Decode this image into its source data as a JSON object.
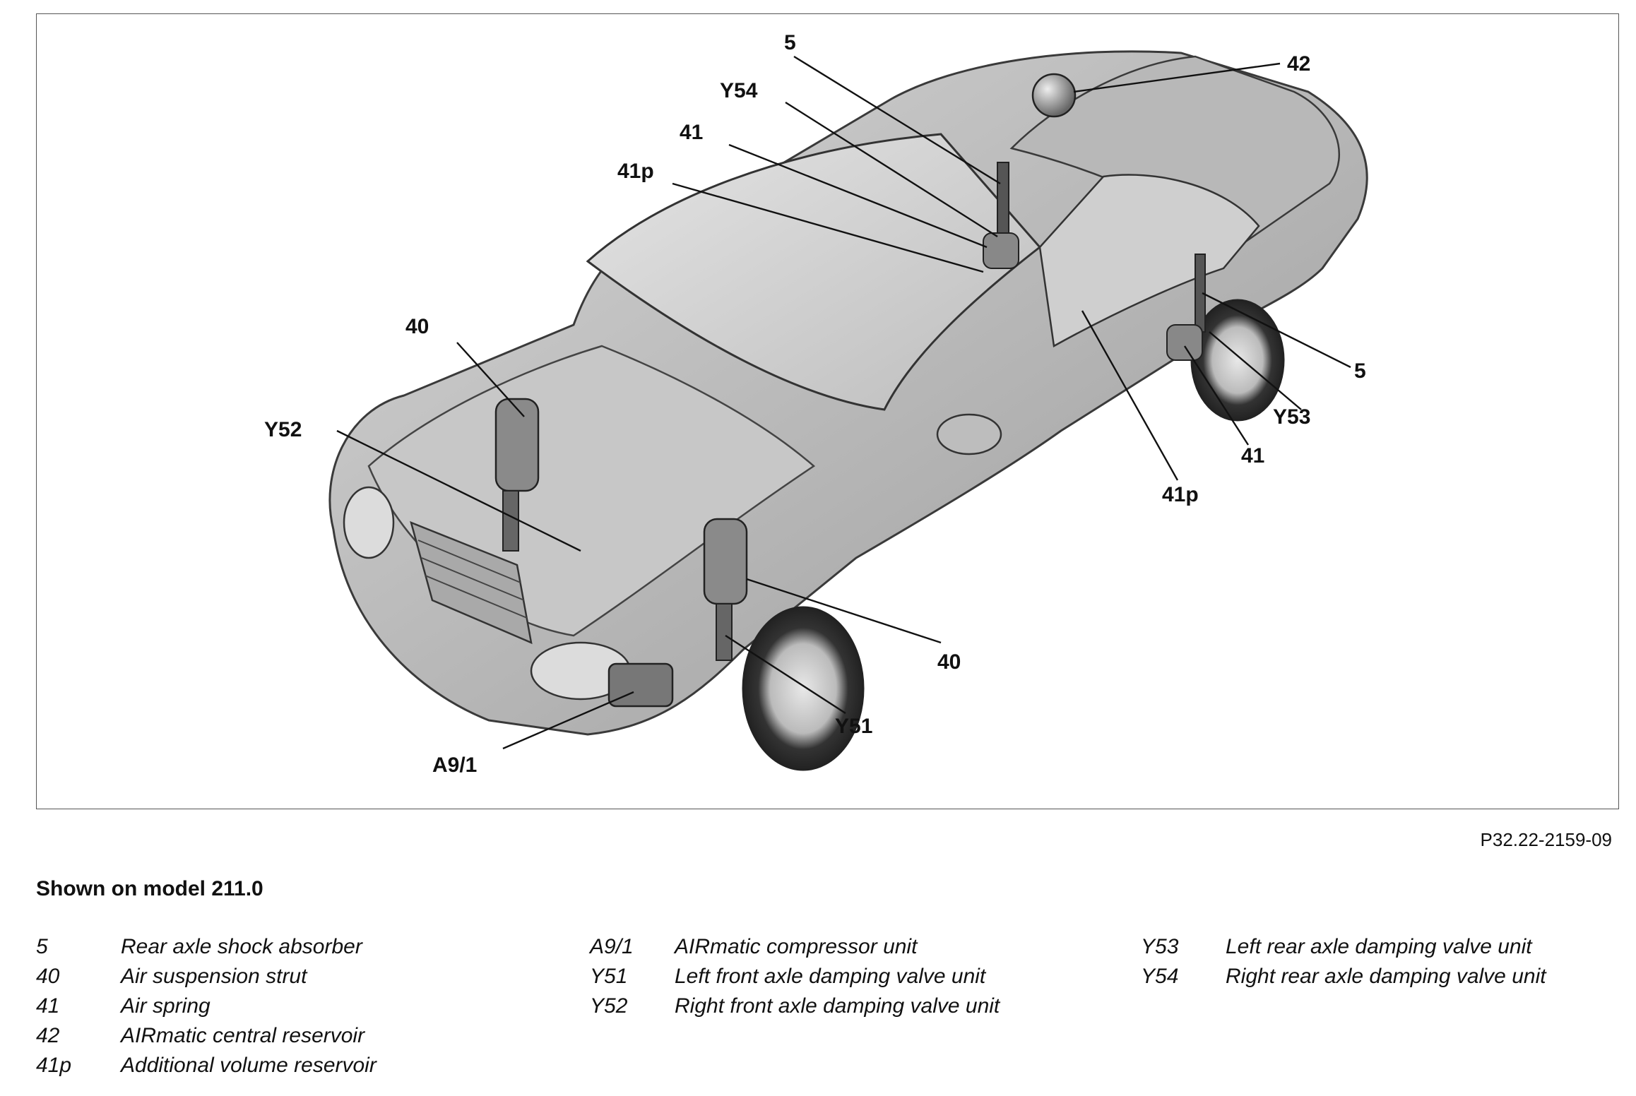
{
  "figure": {
    "code": "P32.22-2159-09",
    "callouts": {
      "c5_top": "5",
      "c42": "42",
      "cY54": "Y54",
      "c41_top": "41",
      "c41p_top": "41p",
      "c40_left": "40",
      "cY52": "Y52",
      "c5_right": "5",
      "cY53": "Y53",
      "c41_right": "41",
      "c41p_right": "41p",
      "c40_right": "40",
      "cY51": "Y51",
      "cA91": "A9/1"
    }
  },
  "caption": "Shown on model 211.0",
  "legend": {
    "col1": [
      {
        "code": "5",
        "label": "Rear axle shock absorber"
      },
      {
        "code": "40",
        "label": "Air suspension strut"
      },
      {
        "code": "41",
        "label": "Air spring"
      },
      {
        "code": "42",
        "label": "AIRmatic central reservoir"
      },
      {
        "code": "41p",
        "label": "Additional volume reservoir"
      }
    ],
    "col2": [
      {
        "code": "A9/1",
        "label": "AIRmatic compressor unit"
      },
      {
        "code": "Y51",
        "label": "Left front axle damping valve unit"
      },
      {
        "code": "Y52",
        "label": "Right front axle damping valve unit"
      }
    ],
    "col3": [
      {
        "code": "Y53",
        "label": "Left rear axle damping valve unit"
      },
      {
        "code": "Y54",
        "label": "Right rear axle damping valve unit"
      }
    ]
  }
}
